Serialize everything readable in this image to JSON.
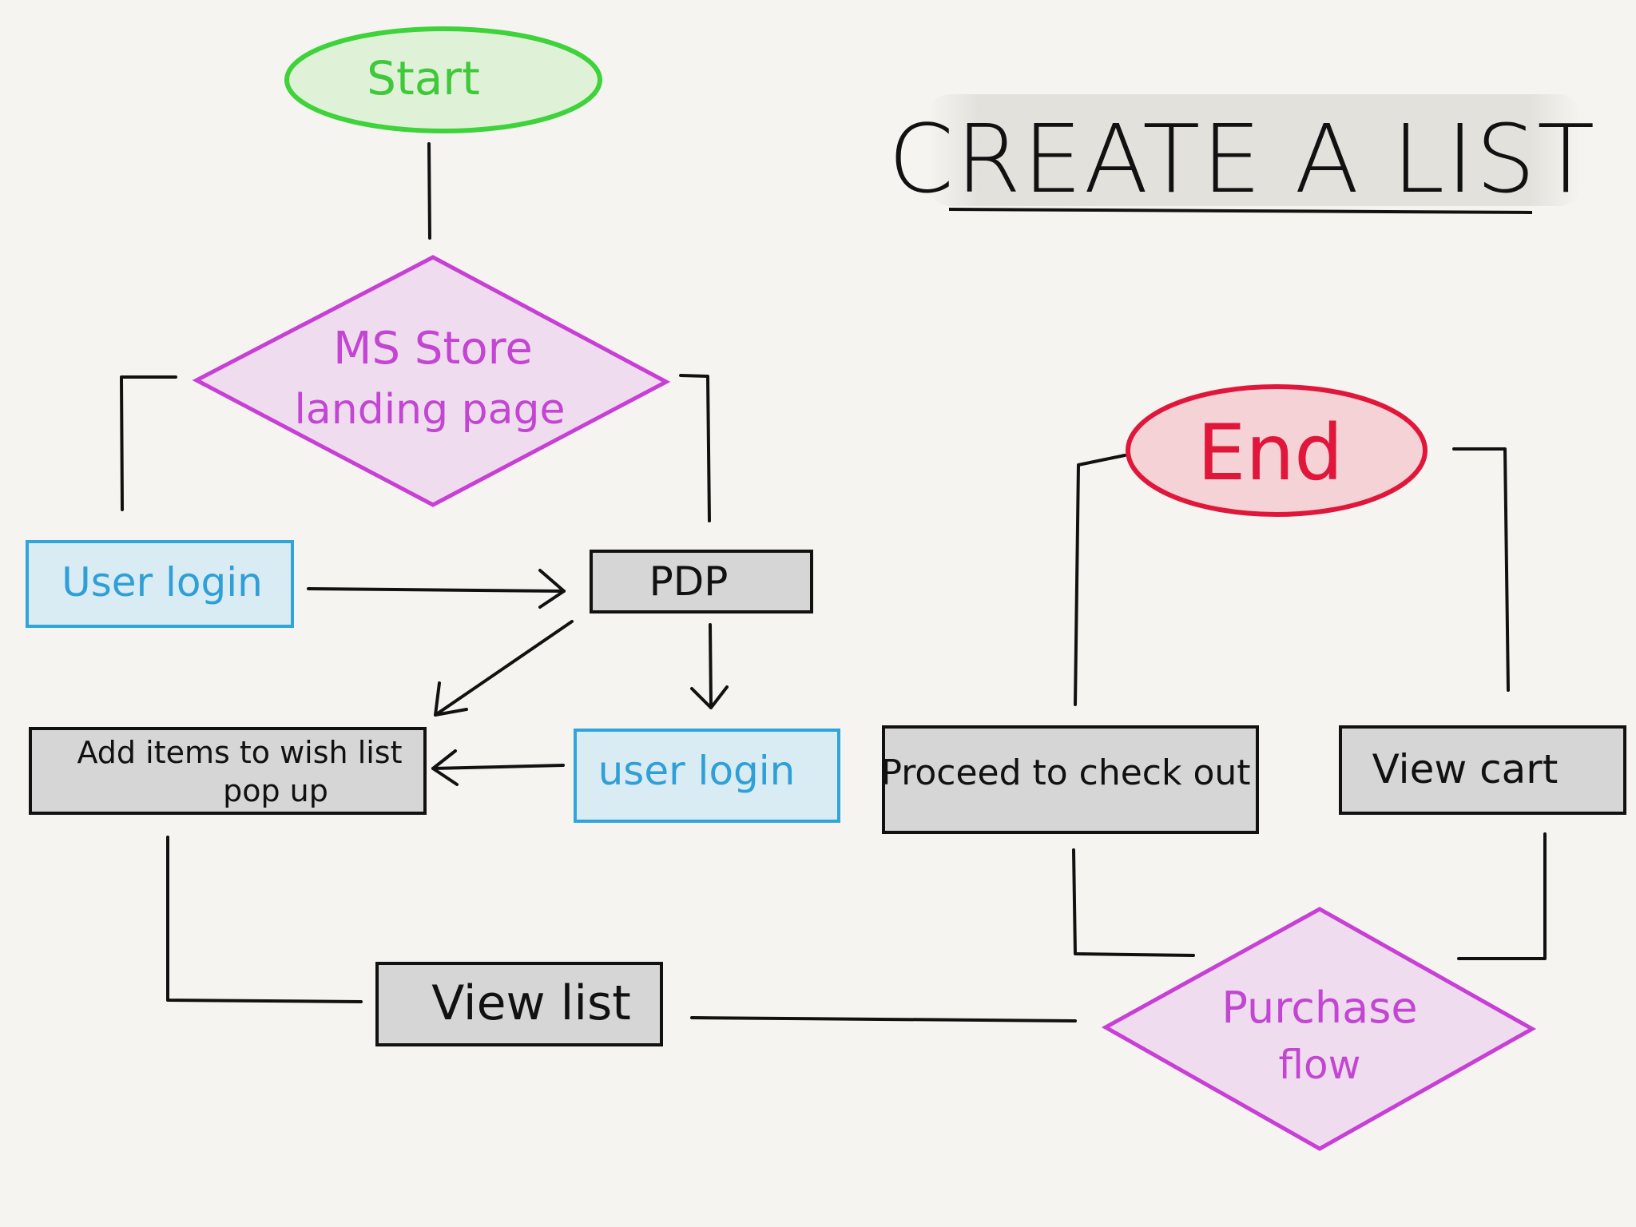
{
  "title": "CREATE A LIST",
  "colors": {
    "background": "#f5f4f0",
    "line": "#111111",
    "start_stroke": "#3ed33a",
    "start_fill": "#dff2d8",
    "start_text": "#3fc83a",
    "decision_stroke": "#c83fd6",
    "decision_fill": "#f0dcef",
    "decision_text": "#c246d2",
    "end_stroke": "#e0163a",
    "end_fill": "#f4d2d5",
    "end_text": "#e0163a",
    "login_stroke": "#2fa5dc",
    "login_fill": "#d9ebf3",
    "login_text": "#2f9fd8",
    "process_fill": "#d6d6d6",
    "process_stroke": "#111111"
  },
  "nodes": {
    "start": {
      "label": "Start"
    },
    "landing": {
      "line1": "MS Store",
      "line2": "landing page"
    },
    "user_login_1": {
      "label": "User login"
    },
    "pdp": {
      "label": "PDP"
    },
    "add_items": {
      "line1": "Add items to wish list",
      "line2": "pop up"
    },
    "user_login_2": {
      "label": "user login"
    },
    "view_list": {
      "label": "View list"
    },
    "end": {
      "label": "End"
    },
    "checkout": {
      "label": "Proceed to check out"
    },
    "view_cart": {
      "label": "View cart"
    },
    "purchase": {
      "line1": "Purchase",
      "line2": "flow"
    }
  }
}
